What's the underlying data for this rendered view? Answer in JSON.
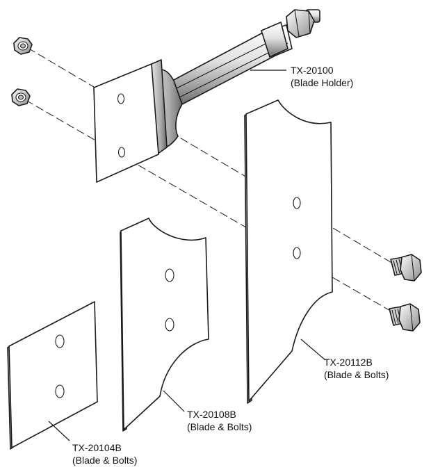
{
  "diagram": {
    "colors": {
      "line": "#1a1a1a",
      "face": "#ffffff",
      "shade": "#9a9a9a",
      "light_shade": "#d6d6d6"
    },
    "labels": {
      "blade_holder": {
        "part": "TX-20100",
        "desc": "(Blade Holder)"
      },
      "blade_12": {
        "part": "TX-20112B",
        "desc": "(Blade & Bolts)"
      },
      "blade_08": {
        "part": "TX-20108B",
        "desc": "(Blade & Bolts)"
      },
      "blade_04": {
        "part": "TX-20104B",
        "desc": "(Blade & Bolts)"
      }
    }
  }
}
